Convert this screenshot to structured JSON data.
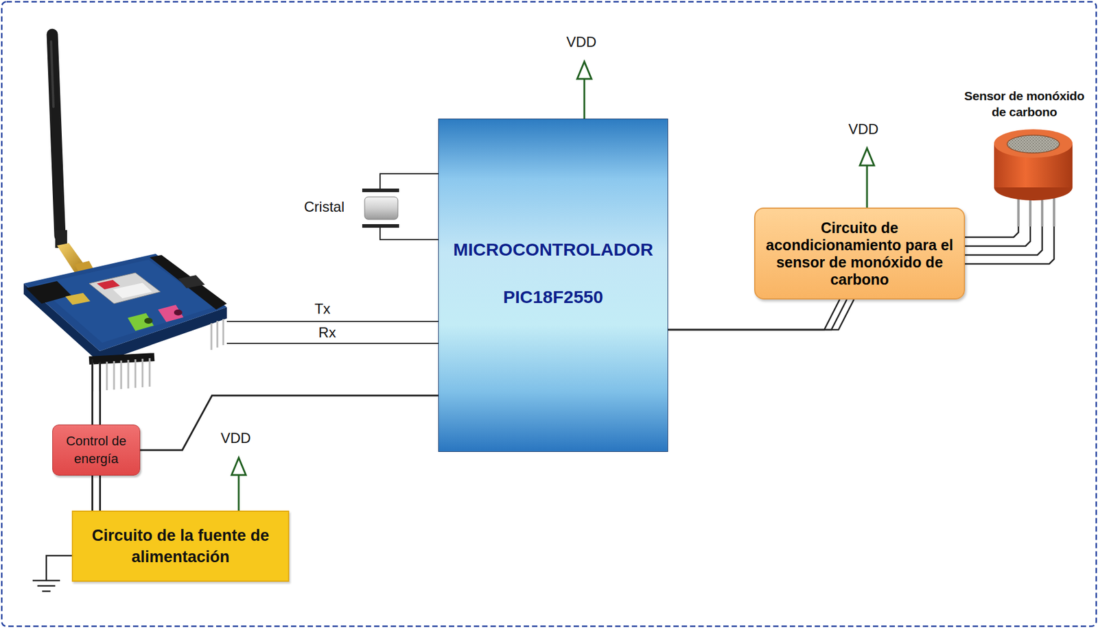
{
  "diagram": {
    "nodes": [
      {
        "text": [
          "MICROCONTROLADOR",
          "PIC18F2550"
        ]
      },
      {
        "text": [
          "Circuito de acondicionamiento para el sensor de monóxido de carbono"
        ]
      },
      {
        "text": [
          "Sensor de monóxido de carbono"
        ]
      },
      {
        "text": [
          "Control de energía"
        ]
      },
      {
        "text": [
          "Circuito de la fuente de alimentación"
        ]
      }
    ],
    "edges": [
      {
        "from": 0,
        "to": 1,
        "arrow": "none"
      },
      {
        "from": 1,
        "to": 2,
        "arrow": "none"
      },
      {
        "from": 0,
        "to": 3,
        "arrow": "none"
      },
      {
        "from": 3,
        "to": 4,
        "arrow": "none"
      }
    ],
    "labels": [
      "VDD",
      "Cristal",
      "Tx",
      "Rx",
      "VDD",
      "VDD"
    ]
  }
}
